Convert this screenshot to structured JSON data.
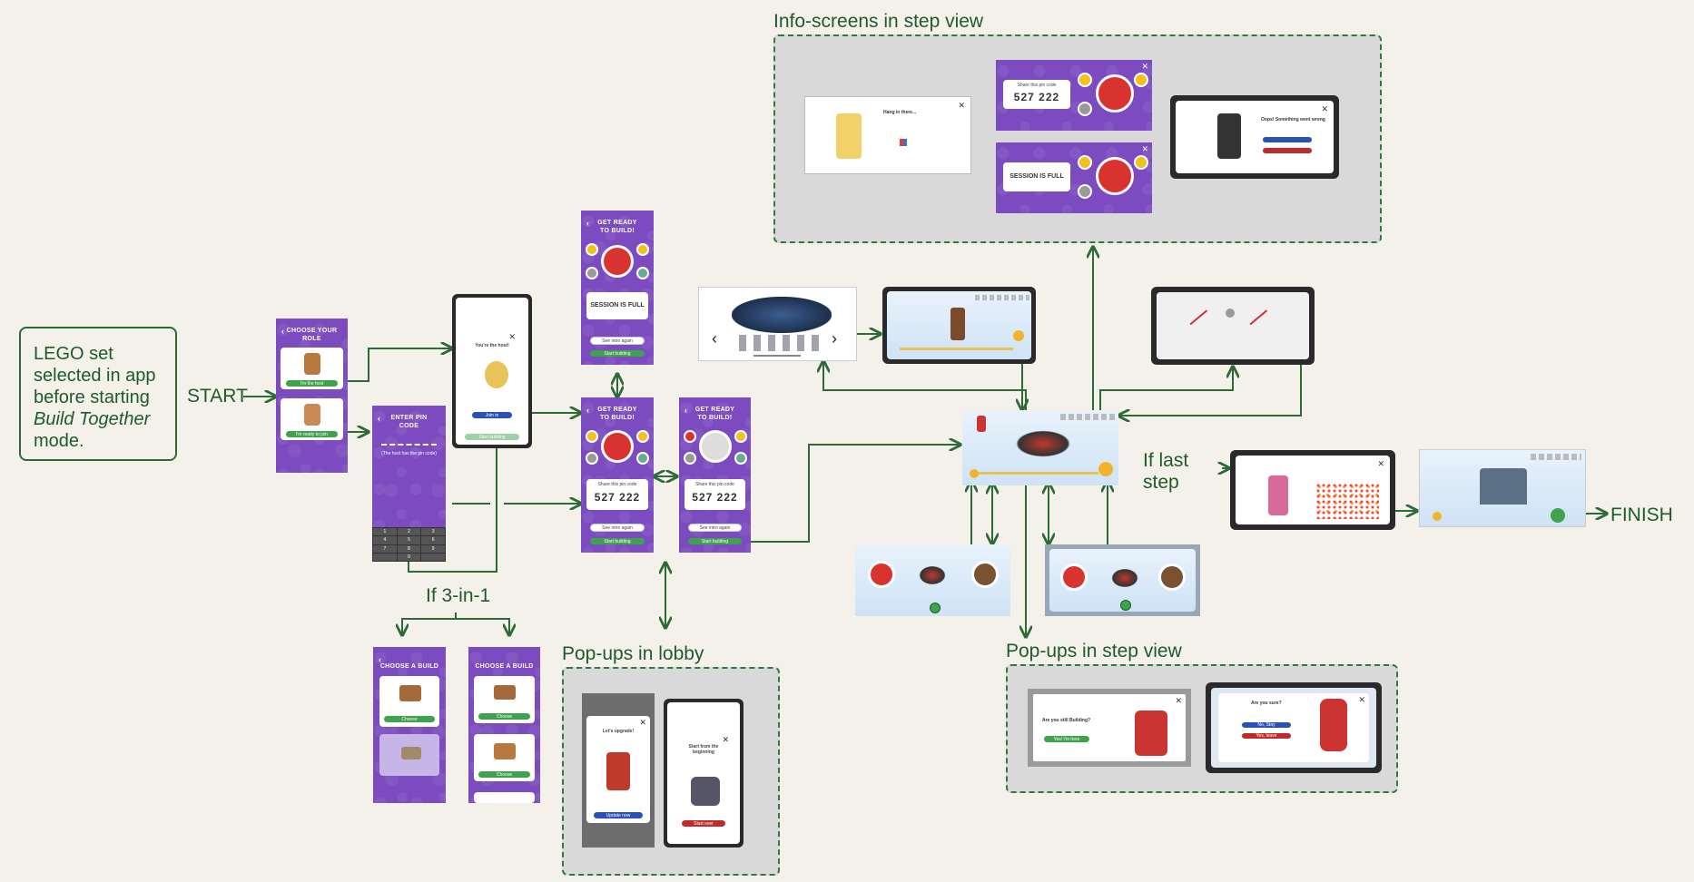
{
  "note": {
    "line1": "LEGO set",
    "line2": "selected in app",
    "line3": "before starting",
    "line4_em": "Build Together",
    "line5": "mode."
  },
  "labels": {
    "start": "START",
    "finish": "FINISH",
    "if_3in1": "If 3-in-1",
    "if_last_step_1": "If last",
    "if_last_step_2": "step",
    "info_screens": "Info-screens in step view",
    "popups_lobby": "Pop-ups in lobby",
    "popups_step": "Pop-ups in step view"
  },
  "screens": {
    "choose_role": {
      "title": "CHOOSE YOUR ROLE",
      "btn1": "I'm the host",
      "btn2": "I'm ready to join"
    },
    "enter_pin": {
      "title": "ENTER PIN CODE",
      "sub": "(The host has the pin code)",
      "keys": [
        "1",
        "2",
        "3",
        "4",
        "5",
        "6",
        "7",
        "8",
        "9",
        "",
        "0",
        ""
      ]
    },
    "host_popup": {
      "title": "GET READY TO BUILD!",
      "heading": "You're the host!",
      "btn": "Join in",
      "sub_btn": "Start building"
    },
    "full": {
      "title": "GET READY TO BUILD!",
      "message": "SESSION IS FULL",
      "btn1": "See intro again",
      "btn2": "Start building"
    },
    "ready_a": {
      "title": "GET READY TO BUILD!",
      "share": "Share this pin code",
      "pin": "527 222",
      "btn1": "See intro again",
      "btn2": "Start building"
    },
    "ready_b": {
      "title": "GET READY TO BUILD!",
      "share": "Share this pin code",
      "pin": "527 222",
      "btn1": "See intro again",
      "btn2": "Start building"
    },
    "choose_build_a": {
      "title": "CHOOSE A BUILD",
      "btn": "Choose"
    },
    "choose_build_b": {
      "title": "CHOOSE A BUILD",
      "btn": "Choose"
    }
  },
  "info": {
    "hang": {
      "heading": "Hang in there..."
    },
    "pin_card": {
      "share": "Share this pin code",
      "pin": "527 222"
    },
    "full_card": {
      "message": "SESSION IS FULL"
    },
    "oops": {
      "heading": "Oops! Something went wrong"
    }
  },
  "lobby_popups": {
    "upgrade": {
      "heading": "Let's upgrade!",
      "btn": "Update now"
    },
    "continue": {
      "title": "CONTINUE A BUILD SESSION",
      "heading": "Start from the beginning",
      "btn": "Start over"
    }
  },
  "step_popups": {
    "still": {
      "heading": "Are you still Building?",
      "btn": "Yes! I'm here"
    },
    "sure": {
      "heading": "Are you sure?",
      "btn1": "No, Stay",
      "btn2": "Yes, leave"
    }
  },
  "colors": {
    "accent_green": "#1e5b2b",
    "line_green": "#2c6b37",
    "purple": "#7b4bbf",
    "button_green": "#3fa34d",
    "panel_gray": "#d9d9d9",
    "background": "#f3f1e9"
  }
}
